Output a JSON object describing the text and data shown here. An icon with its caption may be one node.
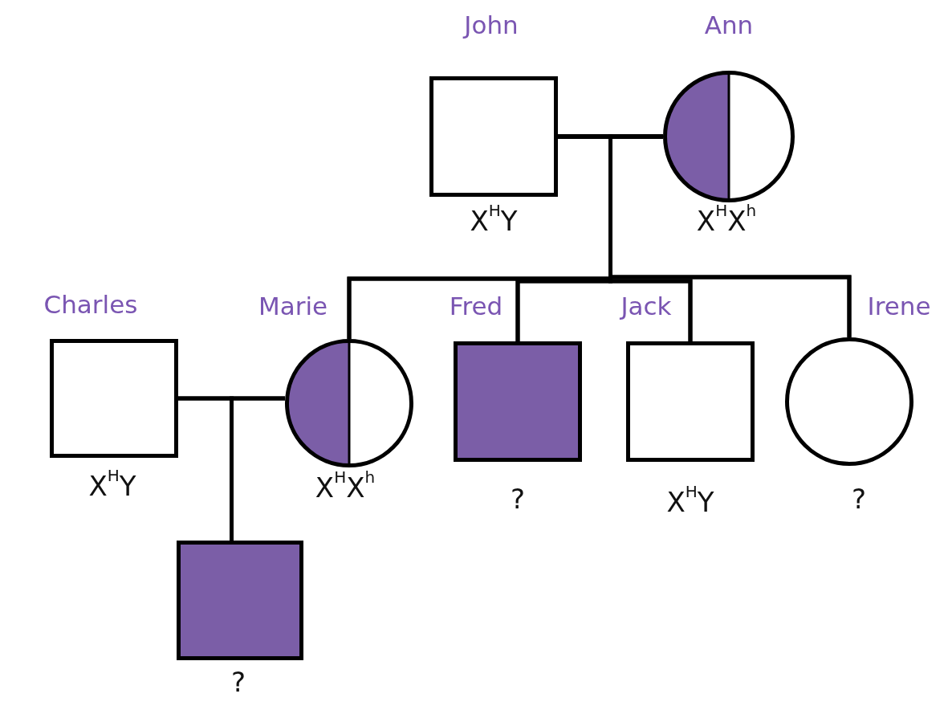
{
  "diagram": {
    "nodes": [
      {
        "text": [
          "John",
          "X$^{H}$Y"
        ]
      },
      {
        "text": [
          "Ann",
          "X$^{H}$X$^{h}$"
        ]
      },
      {
        "text": [
          "Charles",
          "X$^{H}$Y"
        ]
      },
      {
        "text": [
          "Marie",
          "X$^{H}$X$^{h}$"
        ]
      },
      {
        "text": [
          "Fred",
          "?"
        ]
      },
      {
        "text": [
          "Jack",
          "X$^{H}$Y"
        ]
      },
      {
        "text": [
          "Irene",
          "?"
        ]
      },
      {
        "text": [
          "?"
        ]
      }
    ],
    "edges": [
      {
        "from": 0,
        "to": 1,
        "arrow": "none"
      },
      {
        "from": 0,
        "to": 3,
        "arrow": "none"
      },
      {
        "from": 1,
        "to": 3,
        "arrow": "none"
      },
      {
        "from": 0,
        "to": 4,
        "arrow": "none"
      },
      {
        "from": 1,
        "to": 4,
        "arrow": "none"
      },
      {
        "from": 0,
        "to": 5,
        "arrow": "none"
      },
      {
        "from": 1,
        "to": 5,
        "arrow": "none"
      },
      {
        "from": 0,
        "to": 6,
        "arrow": "none"
      },
      {
        "from": 1,
        "to": 6,
        "arrow": "none"
      },
      {
        "from": 2,
        "to": 3,
        "arrow": "none"
      },
      {
        "from": 2,
        "to": 7,
        "arrow": "none"
      },
      {
        "from": 3,
        "to": 7,
        "arrow": "none"
      }
    ]
  }
}
